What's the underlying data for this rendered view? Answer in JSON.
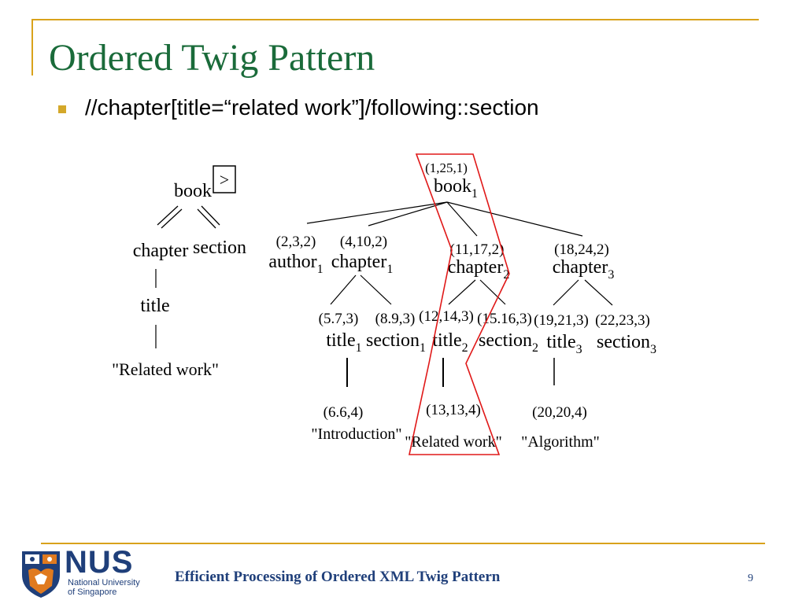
{
  "slide": {
    "title": "Ordered Twig Pattern",
    "bullet": "//chapter[title=“related work”]/following::section",
    "page_number": "9"
  },
  "footer": {
    "text": "Efficient Processing of Ordered XML Twig Pattern",
    "logo_word": "NUS",
    "logo_line1": "National University",
    "logo_line2": "of Singapore"
  },
  "colors": {
    "title": "#1a6b3a",
    "accent_gold": "#d9a21b",
    "bullet": "#d4a82a",
    "highlight": "#e01818",
    "footer_text": "#1f3f7a",
    "logo_orange": "#e07a1f"
  },
  "query_tree": {
    "root": "book",
    "order_marker": ">",
    "chapter": "chapter",
    "section": "section",
    "title": "title",
    "value": "\"Related work\""
  },
  "doc_tree": {
    "book": {
      "label": "(1,25,1)",
      "name": "book",
      "sub": "1"
    },
    "author1": {
      "label": "(2,3,2)",
      "name": "author",
      "sub": "1"
    },
    "chapter1": {
      "label": "(4,10,2)",
      "name": "chapter",
      "sub": "1"
    },
    "chapter2": {
      "label": "(11,17,2)",
      "name": "chapter",
      "sub": "2"
    },
    "chapter3": {
      "label": "(18,24,2)",
      "name": "chapter",
      "sub": "3"
    },
    "title1": {
      "label": "(5.7,3)",
      "name": "title",
      "sub": "1"
    },
    "section1": {
      "label": "(8.9,3)",
      "name": "section",
      "sub": "1"
    },
    "title2": {
      "label": "(12,14,3)",
      "name": "title",
      "sub": "2"
    },
    "section2": {
      "label": "(15.16,3)",
      "name": "section",
      "sub": "2"
    },
    "title3": {
      "label": "(19,21,3)",
      "name": "title",
      "sub": "3"
    },
    "section3": {
      "label": "(22,23,3)",
      "name": "section",
      "sub": "3"
    },
    "text1": {
      "label": "(6.6,4)",
      "name": "\"Introduction\""
    },
    "text2": {
      "label": "(13,13,4)",
      "name": "\"Related work\""
    },
    "text3": {
      "label": "(20,20,4)",
      "name": "\"Algorithm\""
    }
  }
}
